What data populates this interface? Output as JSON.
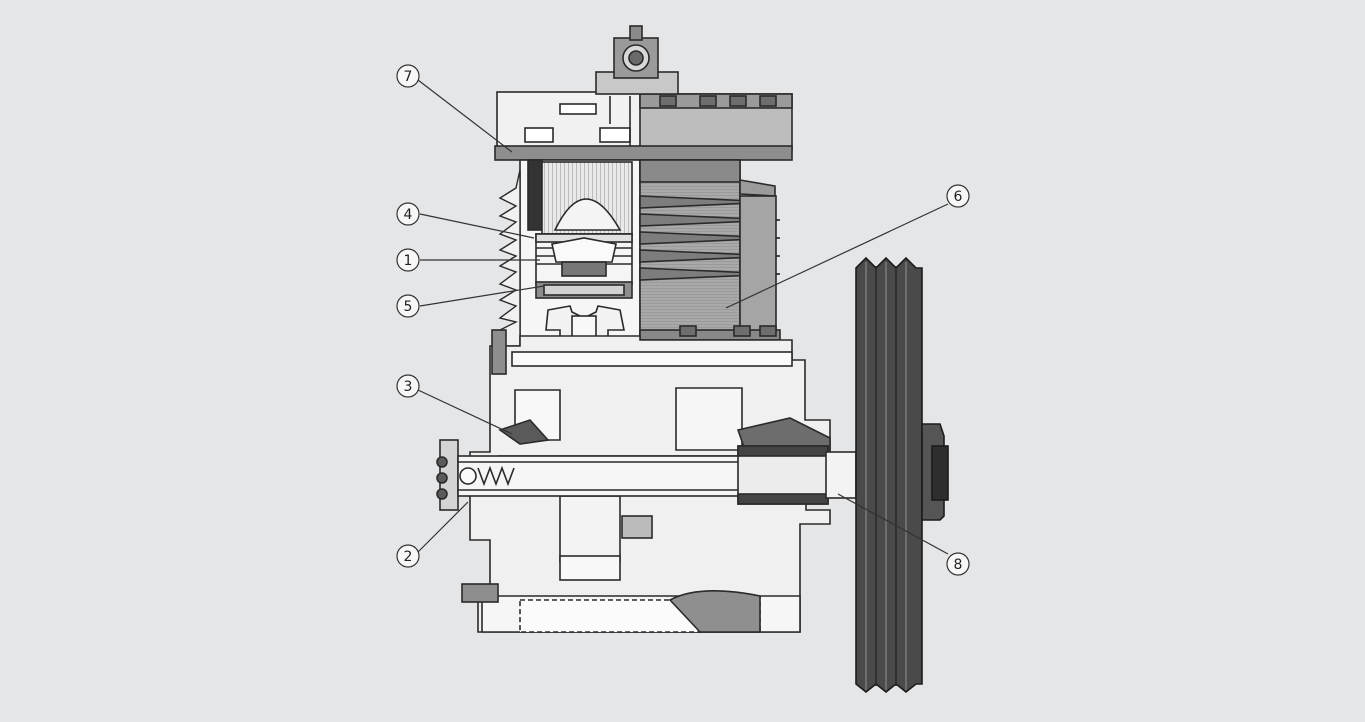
{
  "diagram": {
    "background_color": "#e5e6e7",
    "callouts": [
      {
        "id": "c7",
        "label": "7"
      },
      {
        "id": "c4",
        "label": "4"
      },
      {
        "id": "c1",
        "label": "1"
      },
      {
        "id": "c5",
        "label": "5"
      },
      {
        "id": "c3",
        "label": "3"
      },
      {
        "id": "c2",
        "label": "2"
      },
      {
        "id": "c6",
        "label": "6"
      },
      {
        "id": "c8",
        "label": "8"
      }
    ]
  }
}
